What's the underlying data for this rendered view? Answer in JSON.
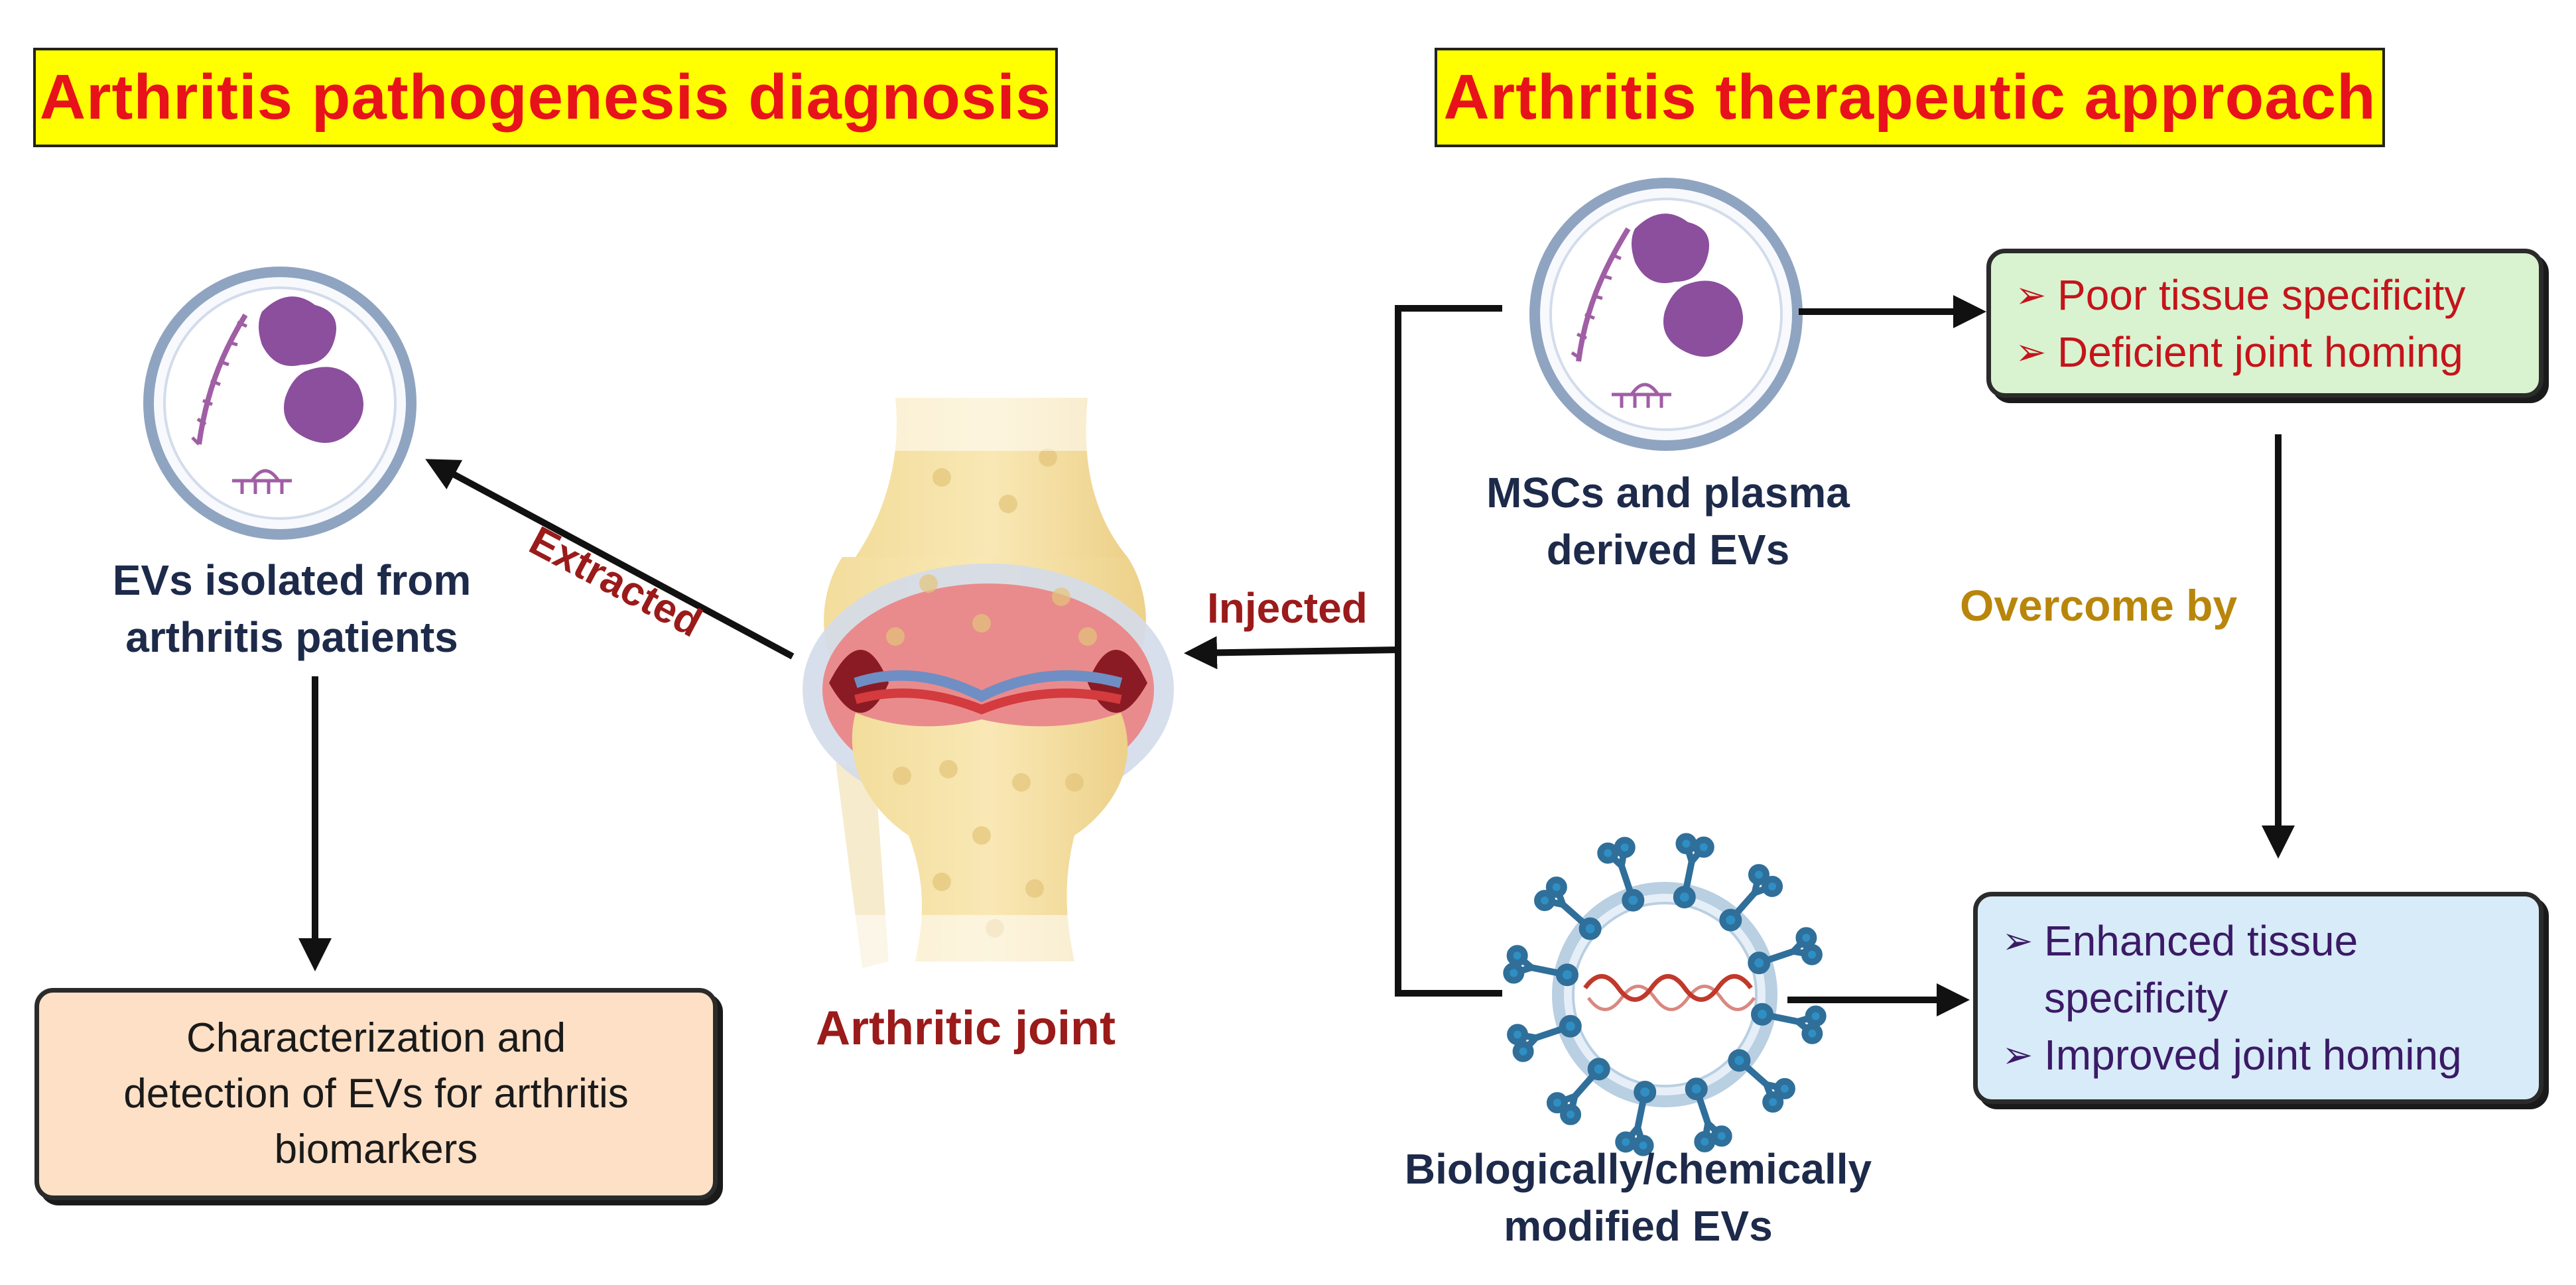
{
  "headers": {
    "left": "Arthritis pathogenesis diagnosis",
    "right": "Arthritis therapeutic approach"
  },
  "labels": {
    "evs_isolated": [
      "EVs isolated from",
      "arthritis patients"
    ],
    "extracted": "Extracted",
    "injected": "Injected",
    "arthritic_joint": "Arthritic joint",
    "mscs": [
      "MSCs and plasma",
      "derived EVs"
    ],
    "overcome_by": "Overcome by",
    "modified": [
      "Biologically/chemically",
      "modified EVs"
    ]
  },
  "boxes": {
    "characterization": [
      "Characterization and",
      "detection of EVs for arthritis",
      "biomarkers"
    ],
    "limitations": [
      "Poor tissue specificity",
      "Deficient joint homing"
    ],
    "improvements": [
      [
        "Enhanced tissue",
        "specificity"
      ],
      [
        "Improved joint homing"
      ]
    ]
  },
  "bullet_icon": "arrowhead-bullet-icon",
  "colors": {
    "header_bg": "#ffff00",
    "header_text": "#e8121b",
    "dark_label": "#1d2a4a",
    "red_label": "#9b1a1a",
    "gold_label": "#b8860b",
    "peach_box": "#fde0c6",
    "green_box": "#d9f2d0",
    "blue_box": "#d8ebf8"
  }
}
